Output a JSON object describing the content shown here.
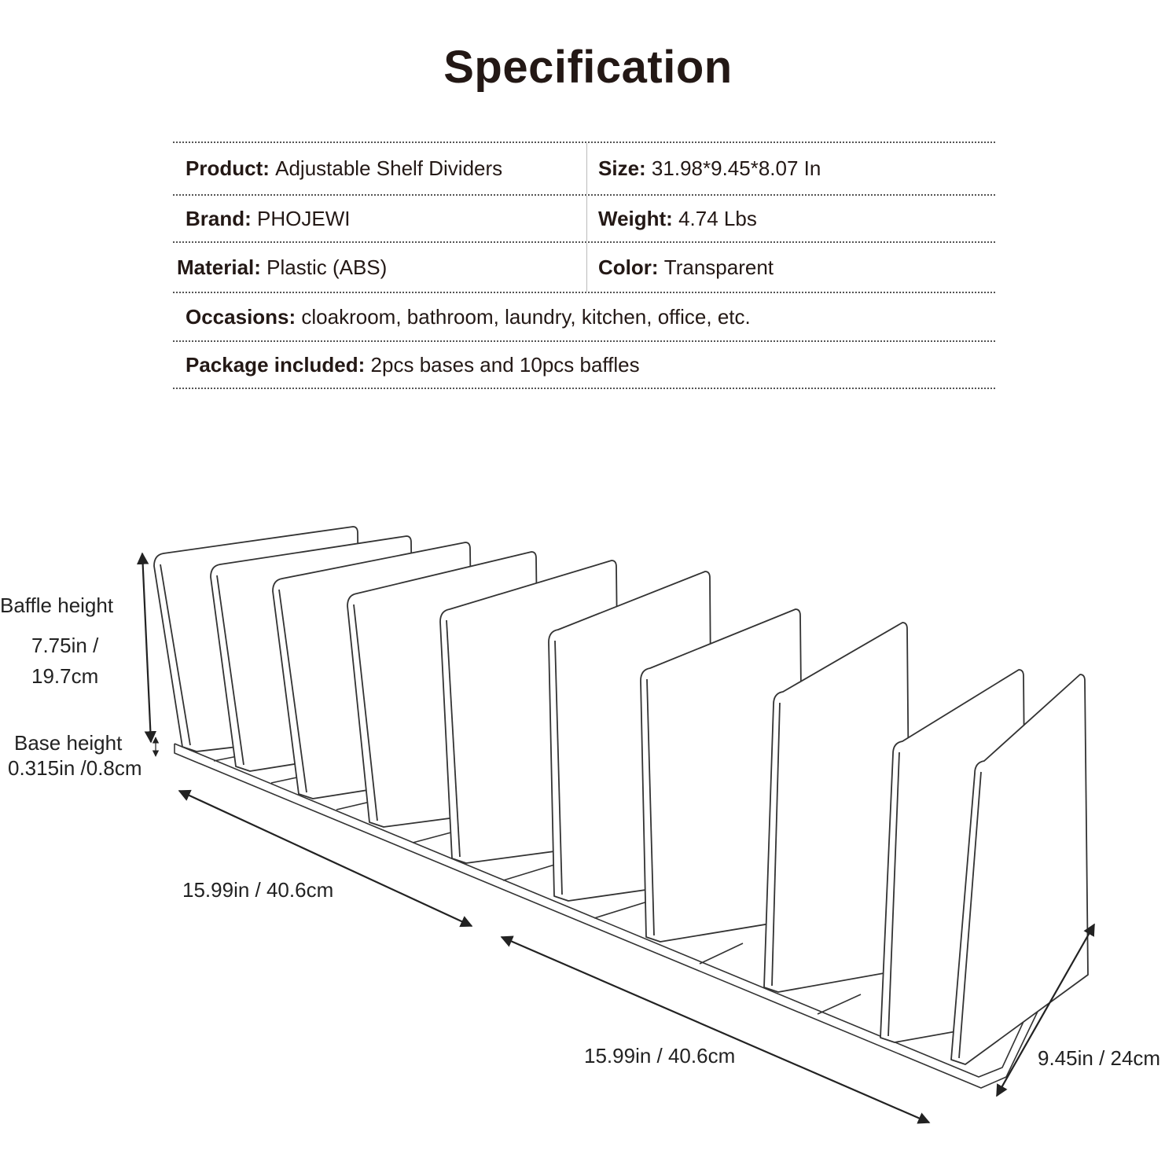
{
  "title": "Specification",
  "spec": {
    "product_label": "Product:",
    "product_value": "Adjustable Shelf Dividers",
    "size_label": "Size:",
    "size_value": "31.98*9.45*8.07 In",
    "brand_label": "Brand:",
    "brand_value": "PHOJEWI",
    "weight_label": "Weight:",
    "weight_value": "4.74 Lbs",
    "material_label": "Material:",
    "material_value": "Plastic (ABS)",
    "color_label": "Color:",
    "color_value": "Transparent",
    "occasions_label": "Occasions:",
    "occasions_value": "cloakroom, bathroom, laundry, kitchen, office, etc.",
    "package_label": "Package included:",
    "package_value": "2pcs bases and 10pcs baffles"
  },
  "dimensions": {
    "baffle_height_label": "Baffle height",
    "baffle_height_in": "7.75in /",
    "baffle_height_cm": "19.7cm",
    "base_height_label": "Base height",
    "base_height_value": "0.315in /0.8cm",
    "length_1": "15.99in / 40.6cm",
    "length_2": "15.99in / 40.6cm",
    "depth": "9.45in / 24cm"
  }
}
